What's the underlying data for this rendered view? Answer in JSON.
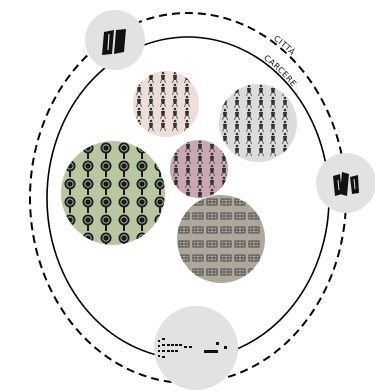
{
  "labels": {
    "outer_ring": "CITTÀ",
    "inner_ring": "CARCERE"
  },
  "colors": {
    "outer_ring_stroke": "#000000",
    "inner_ring_stroke": "#000000",
    "node_fill": "#e2e2e2",
    "icon_fill": "#111111",
    "cluster_green": "#b8c7a2",
    "cluster_pink": "#eeded8",
    "cluster_grey_light": "#dcdcdc",
    "cluster_mauve": "#c9a9b1",
    "cluster_taupe": "#aea89c"
  },
  "nodes": [
    {
      "id": "node-top",
      "icon": "book-icon"
    },
    {
      "id": "node-right",
      "icon": "books-icon"
    },
    {
      "id": "node-bottom",
      "icon": "pattern-icon"
    }
  ],
  "clusters": [
    {
      "id": "cluster-trees",
      "icon": "tree-icon"
    },
    {
      "id": "cluster-figures-pink",
      "icon": "figure-icon"
    },
    {
      "id": "cluster-figures-grey",
      "icon": "figure-icon"
    },
    {
      "id": "cluster-figures-mauve",
      "icon": "figure-icon"
    },
    {
      "id": "cluster-shelves",
      "icon": "shelf-icon"
    }
  ]
}
